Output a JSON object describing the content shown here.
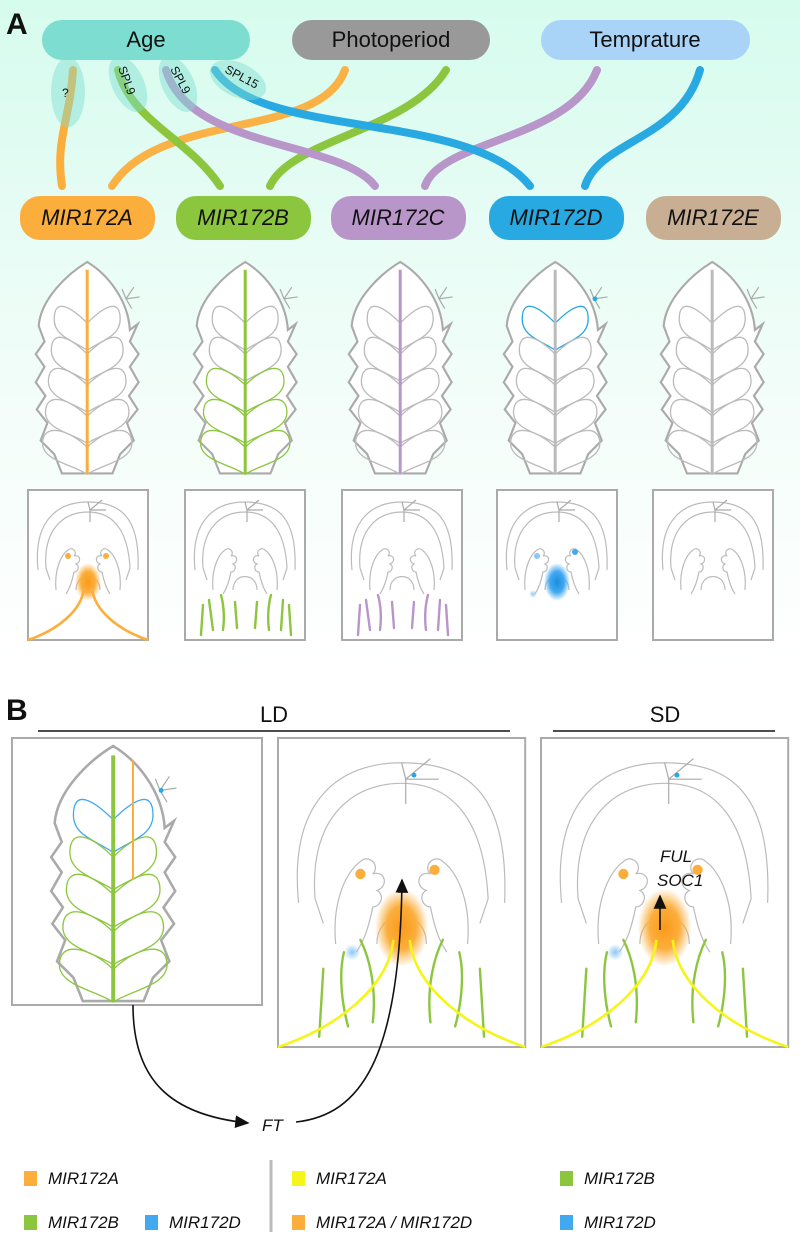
{
  "panels": {
    "a": "A",
    "b": "B"
  },
  "regulators": [
    {
      "label": "Age",
      "color": "#7cddd0"
    },
    {
      "label": "Photoperiod",
      "color": "#999999"
    },
    {
      "label": "Temprature",
      "color": "#a9d4f7"
    }
  ],
  "mediators": {
    "unknown": "?",
    "spl9_a": "SPL9",
    "spl9_b": "SPL9",
    "spl15": "SPL15"
  },
  "genes": [
    {
      "label": "MIR172A",
      "color": "#fbae3c"
    },
    {
      "label": "MIR172B",
      "color": "#8cc63f"
    },
    {
      "label": "MIR172C",
      "color": "#b996c9"
    },
    {
      "label": "MIR172D",
      "color": "#29a9e1"
    },
    {
      "label": "MIR172E",
      "color": "#c8ae93"
    }
  ],
  "conditions": {
    "ld": "LD",
    "sd": "SD"
  },
  "signals": {
    "ft": "FT",
    "ful": "FUL",
    "soc1": "SOC1"
  },
  "legend": {
    "left": [
      {
        "label": "MIR172A",
        "color": "#fbae3c"
      },
      {
        "label": "MIR172B",
        "color": "#8cc63f"
      },
      {
        "label": "MIR172D",
        "color": "#42a8f0"
      }
    ],
    "right": [
      {
        "label": "MIR172A",
        "color": "#f5f51a"
      },
      {
        "label": "MIR172B",
        "color": "#8cc63f"
      },
      {
        "label": "MIR172A / MIR172D",
        "color": "#fbae3c"
      },
      {
        "label": "MIR172D",
        "color": "#42a8f0"
      }
    ]
  }
}
